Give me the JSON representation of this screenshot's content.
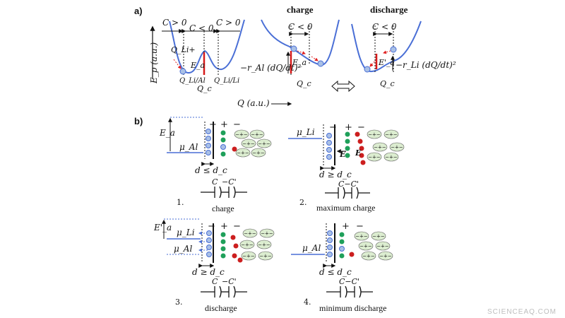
{
  "panel_a": {
    "tag": "a)",
    "title_charge": "charge",
    "title_discharge": "discharge",
    "y_axis": "E_p (a.u.)",
    "x_axis": "Q (a.u.)",
    "c_gt0": "C > 0",
    "c_lt0": "C < 0",
    "q_li_plus": "Q_Li+",
    "e_a": "E_a",
    "e_a_prime": "E'_a",
    "q_li_al": "Q_Li/Al",
    "q_c": "Q_c",
    "q_al_li": "Q_Li/Li",
    "r_al_term": "−r_Al (dQ/dt)²",
    "r_li_term": "−r_Li (dQ/dt)²"
  },
  "panel_b": {
    "tag": "b)",
    "e_a": "E_a",
    "e_a_prime": "E'_a",
    "mu_al": "μ_Al",
    "mu_li": "μ_Li",
    "d_le_dc": "d ≤ d_c",
    "d_ge_dc": "d ≥ d_c",
    "cap_c": "C",
    "cap_neg_c": "−C'",
    "cap_pair": "C−C'",
    "plus": "+",
    "minus": "−",
    "e_vec": "E",
    "state1_num": "1.",
    "state1_label": "charge",
    "state2_num": "2.",
    "state2_label": "maximum charge",
    "state3_num": "3.",
    "state3_label": "discharge",
    "state4_num": "4.",
    "state4_label": "minimum discharge"
  },
  "watermark": "SCIENCEAQ.COM",
  "colors": {
    "curve": "#4a6fd6",
    "barrier": "#d61a1a",
    "arrow_red": "#e02020",
    "li_circle": "#a9c0e6",
    "green_circle": "#1fa05a",
    "red_circle": "#cc1f1f",
    "ellipse_fill": "#dcedd0"
  }
}
